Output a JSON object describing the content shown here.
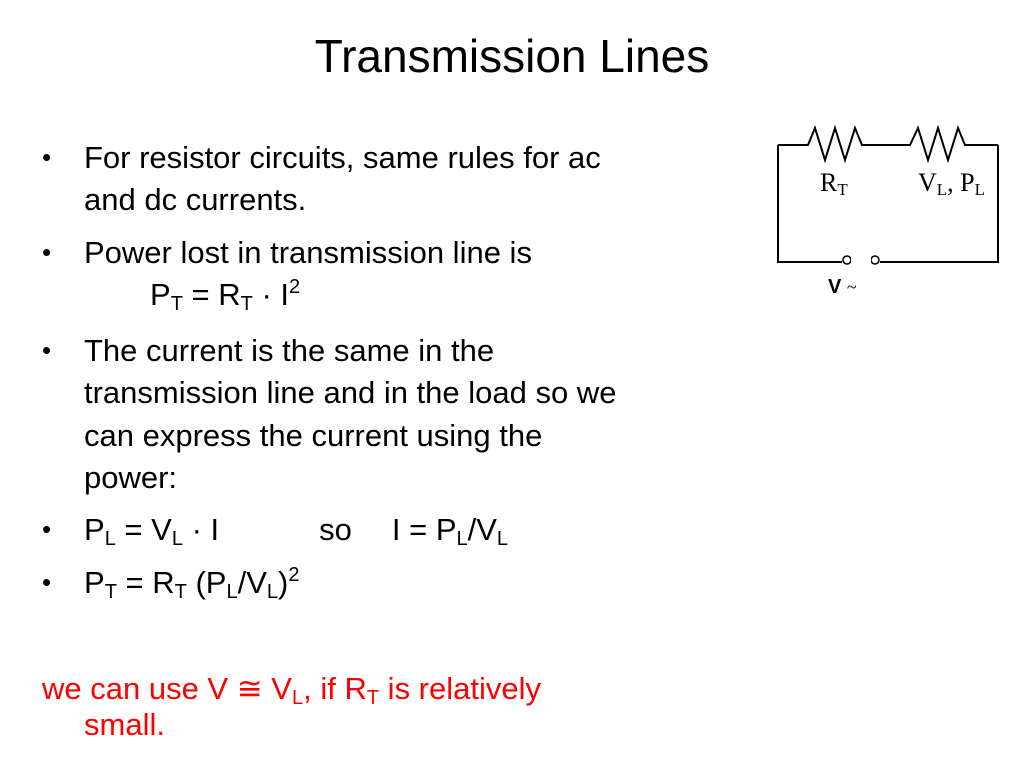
{
  "slide": {
    "title": "Transmission Lines",
    "bullet_symbol": "•",
    "b1_line1": "For resistor circuits, same rules for ac",
    "b1_line2": "and dc currents.",
    "b2_line1": "Power lost in transmission line is",
    "b2_formula": {
      "p": "P",
      "t1": "T",
      "eq": " = R",
      "t2": "T",
      "dot": " · I",
      "exp": "2"
    },
    "b3_line1": "The current is the same in the",
    "b3_line2": "transmission line and in the load so we",
    "b3_line3": "can express the current using the",
    "b3_line4": "power:",
    "b4": {
      "p": "P",
      "l1": "L",
      "eq": " = V",
      "l2": "L",
      "dotI": " · I",
      "so": "so",
      "i": "I = P",
      "l3": "L",
      "slash": "/V",
      "l4": "L"
    },
    "b5": {
      "p": "P",
      "t1": "T",
      "eq": " = R",
      "t2": "T",
      "open": " (P",
      "l1": "L",
      "slash": "/V",
      "l2": "L",
      "close": ")",
      "exp": "2"
    },
    "note": {
      "a": "we can use V ≅ V",
      "l": "L",
      "b": ", if R",
      "t": "T",
      "c": " is relatively",
      "line2": "small."
    }
  },
  "circuit": {
    "rt": "R",
    "rt_sub": "T",
    "vl": "V",
    "vl_sub": "L",
    "sep": ", P",
    "pl_sub": "L",
    "source": "V",
    "tilde": "~"
  }
}
